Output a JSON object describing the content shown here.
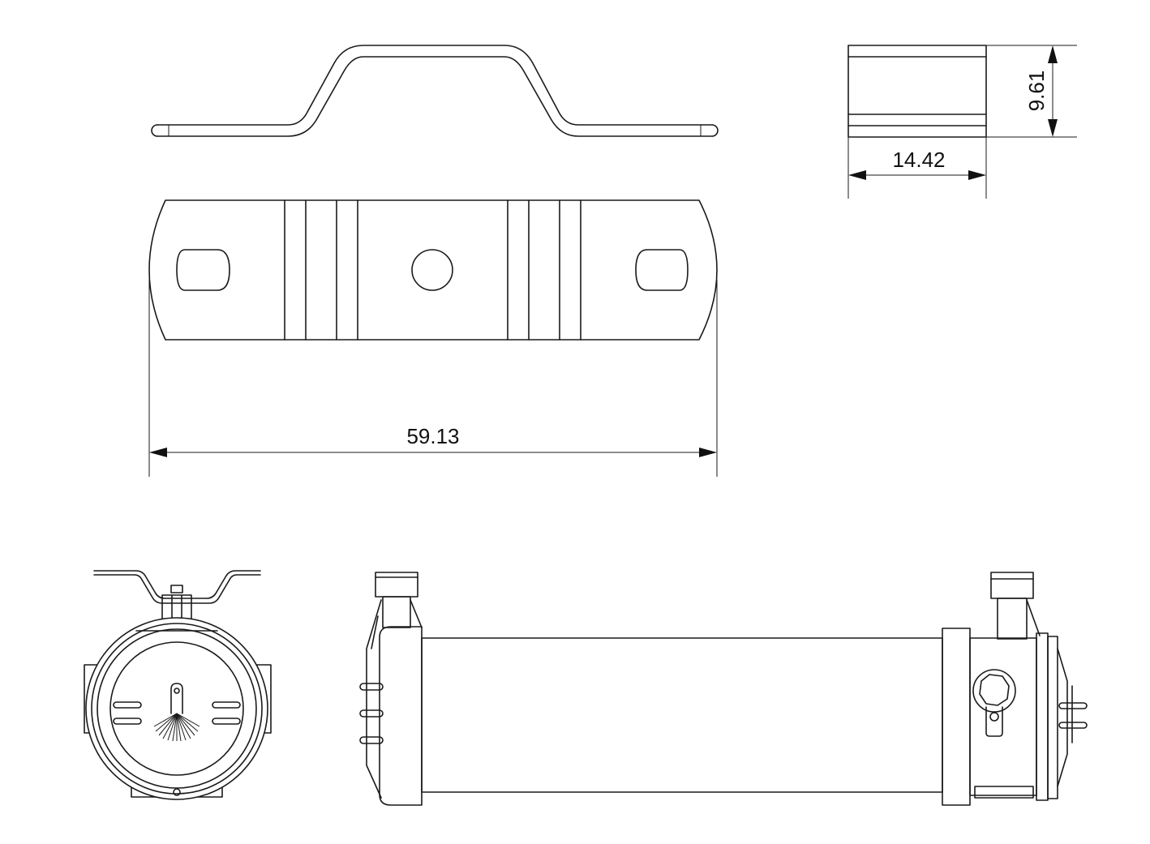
{
  "drawing": {
    "dimensions": {
      "bracket_length": "59.13",
      "bracket_width": "14.42",
      "bracket_height": "9.61"
    },
    "views": [
      "bracket-side-view",
      "bracket-top-view",
      "bracket-end-view",
      "fixture-front-view",
      "fixture-side-view"
    ]
  }
}
